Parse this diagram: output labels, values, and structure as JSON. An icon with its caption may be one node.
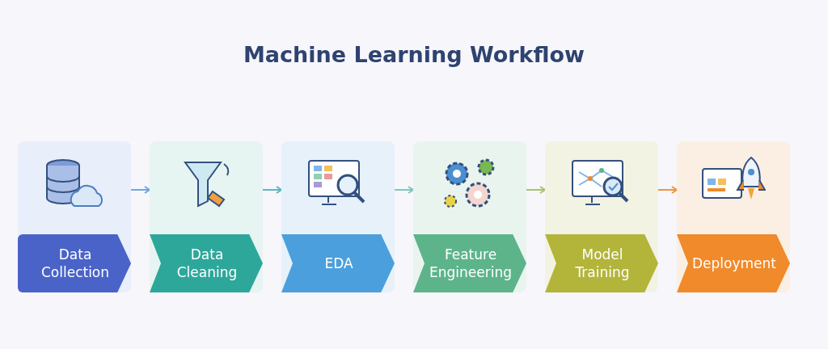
{
  "diagram": {
    "title": "Machine Learning Workflow",
    "nodes": [
      {
        "text": [
          "Data Collection"
        ]
      },
      {
        "text": [
          "Data Cleaning"
        ]
      },
      {
        "text": [
          "EDA"
        ]
      },
      {
        "text": [
          "Feature Engineering"
        ]
      },
      {
        "text": [
          "Model Training"
        ]
      },
      {
        "text": [
          "Deployment"
        ]
      }
    ],
    "edges": [
      {
        "from": 0,
        "to": 1,
        "arrow": "to",
        "color": "#6fa8dc"
      },
      {
        "from": 1,
        "to": 2,
        "arrow": "to",
        "color": "#5bb8c4"
      },
      {
        "from": 2,
        "to": 3,
        "arrow": "to",
        "color": "#7cc8c0"
      },
      {
        "from": 3,
        "to": 4,
        "arrow": "to",
        "color": "#a6c46a"
      },
      {
        "from": 4,
        "to": 5,
        "arrow": "to",
        "color": "#f0953a"
      }
    ]
  }
}
